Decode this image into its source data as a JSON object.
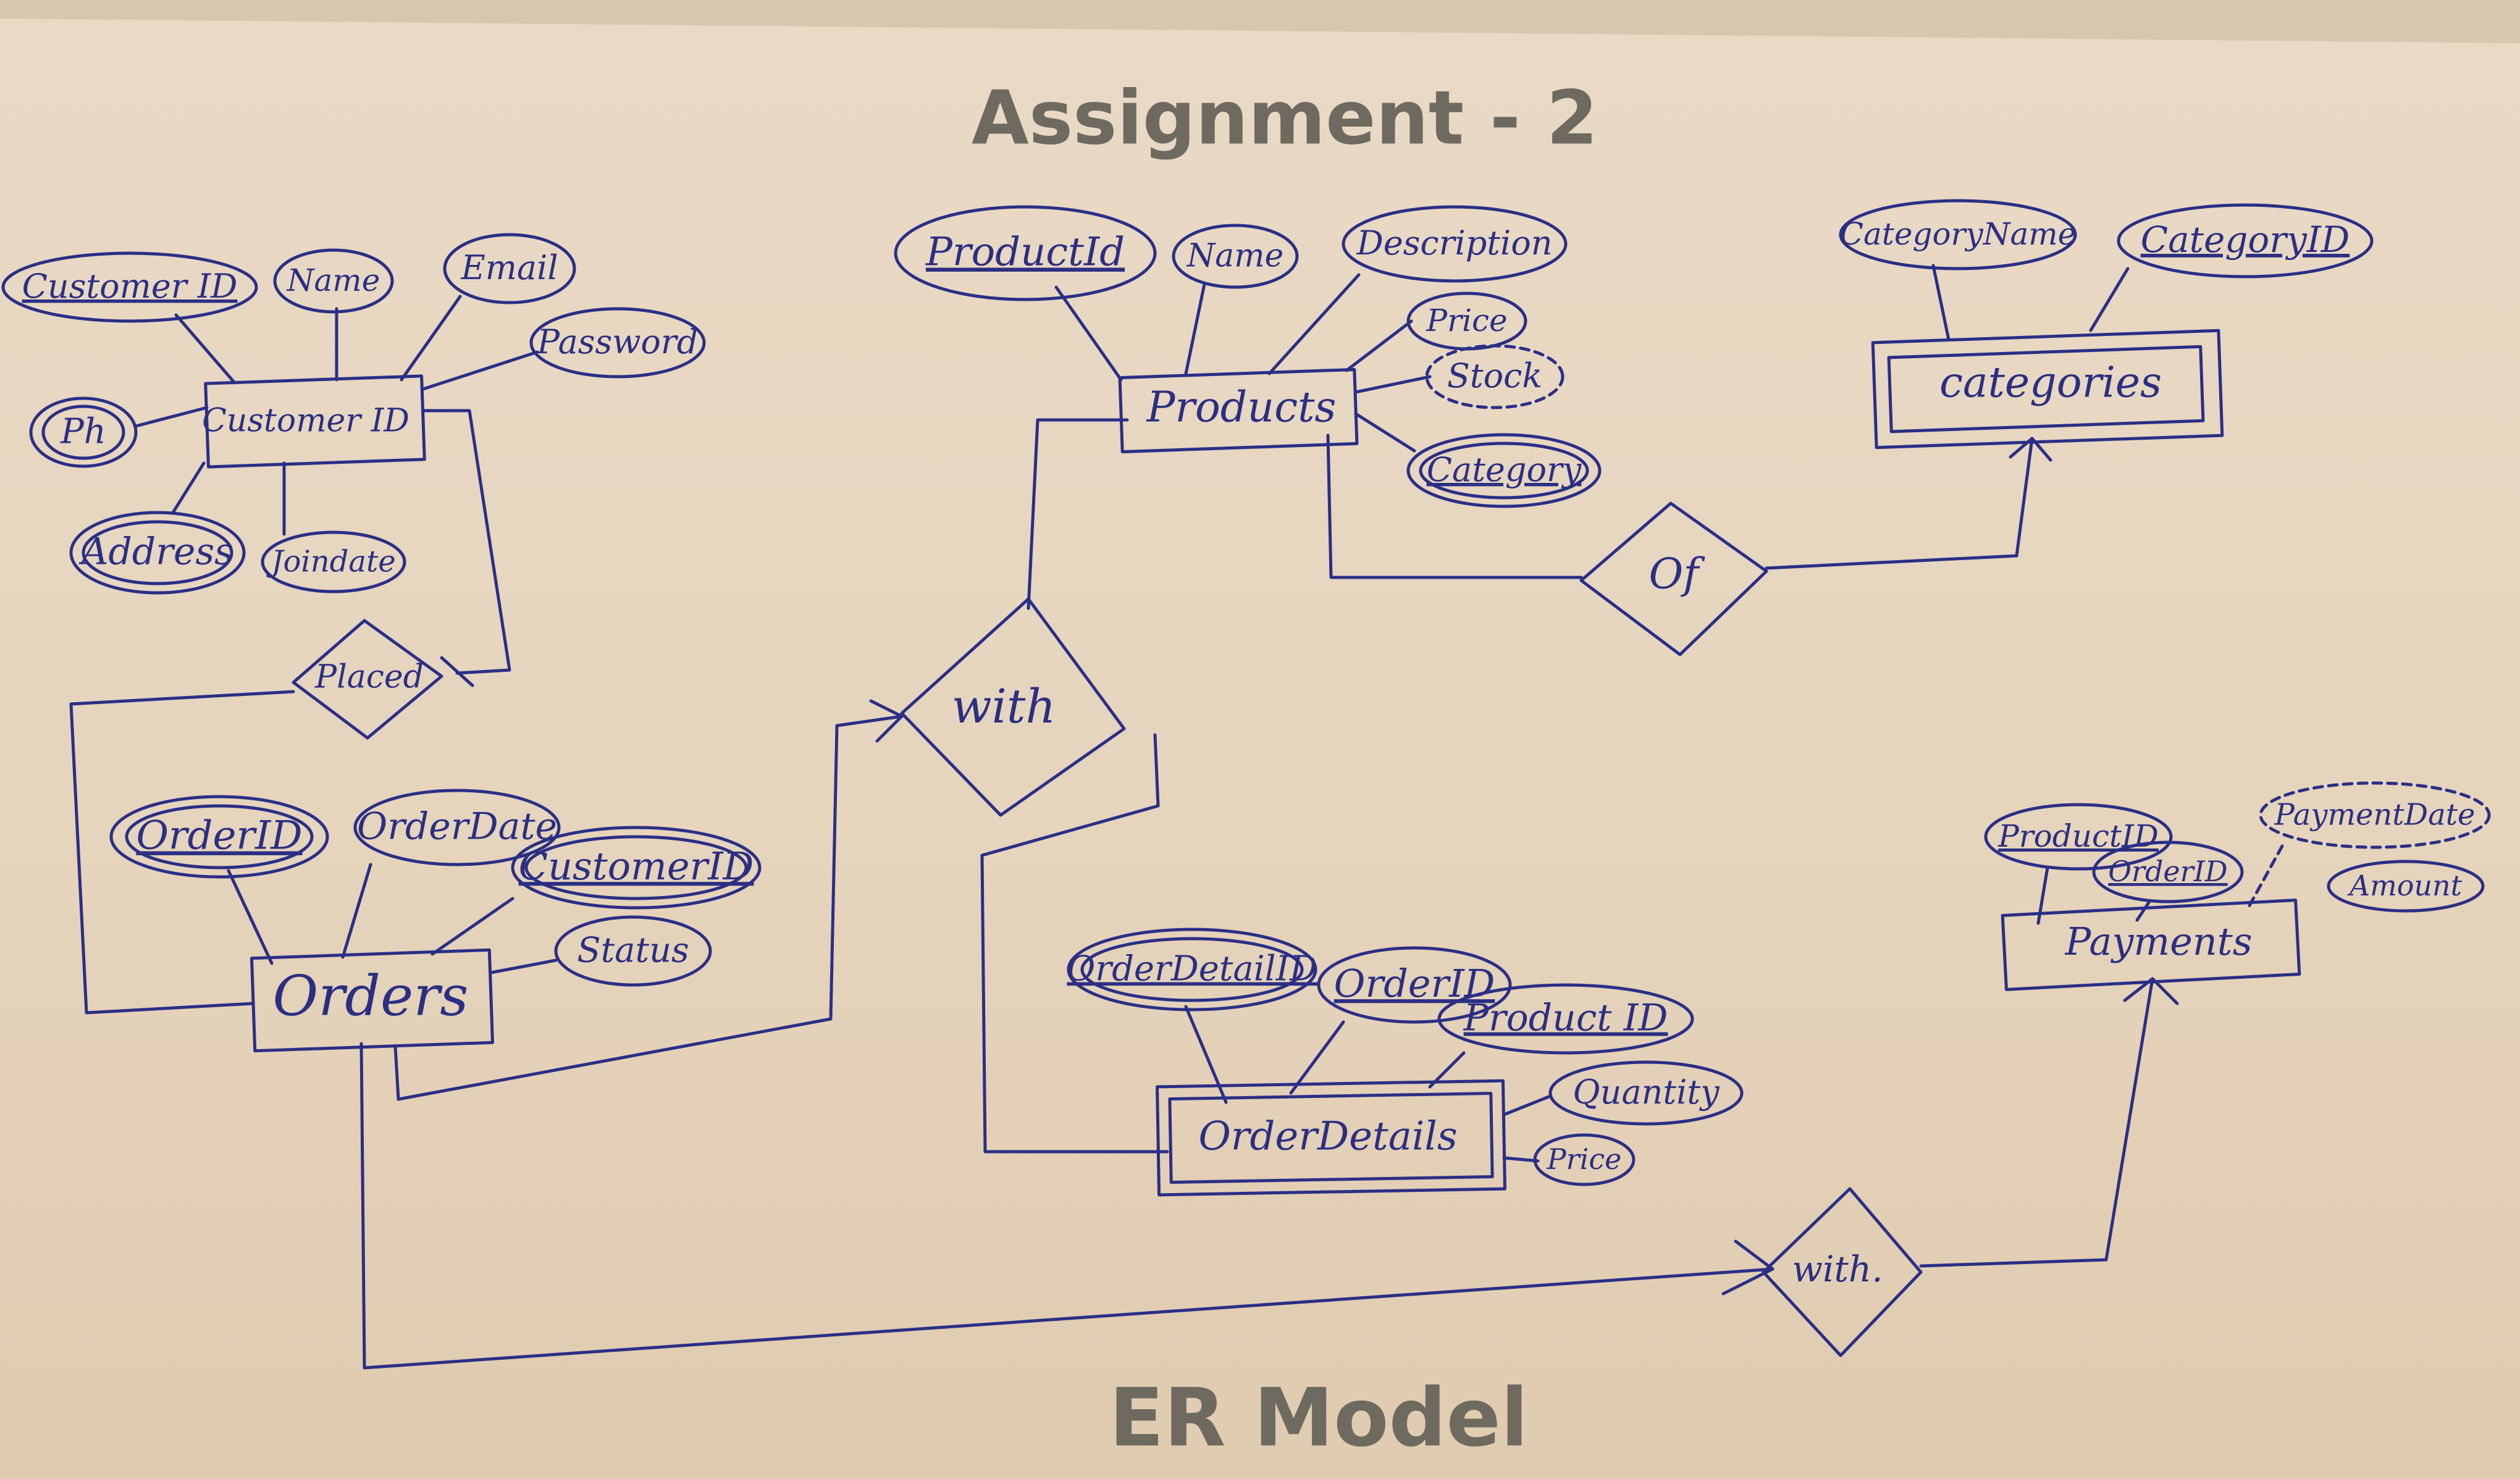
{
  "title": "Assignment - 2",
  "footer": "ER Model",
  "colors": {
    "ink": "#2a2f86",
    "paper": "#e7d6c1",
    "heading": "#6f6a60"
  },
  "entities": {
    "customer": "Customer ID",
    "products": "Products",
    "categories": "categories",
    "orders": "Orders",
    "orderdetails": "OrderDetails",
    "payments": "Payments"
  },
  "relationships": {
    "placed": "Placed",
    "with_products": "with",
    "of": "Of",
    "with_payments": "with."
  },
  "attributes": {
    "customer": [
      "Customer ID",
      "Name",
      "Email",
      "Password",
      "Ph",
      "Address",
      "Joindate"
    ],
    "products": [
      "ProductId",
      "Name",
      "Description",
      "Price",
      "Stock",
      "Category"
    ],
    "categories": [
      "CategoryName",
      "CategoryID"
    ],
    "orders": [
      "OrderID",
      "OrderDate",
      "CustomerID",
      "Status"
    ],
    "orderdetails": [
      "OrderDetailID",
      "OrderID",
      "Product ID",
      "Quantity",
      "Price"
    ],
    "payments": [
      "ProductID",
      "OrderID",
      "PaymentDate",
      "Amount"
    ]
  }
}
